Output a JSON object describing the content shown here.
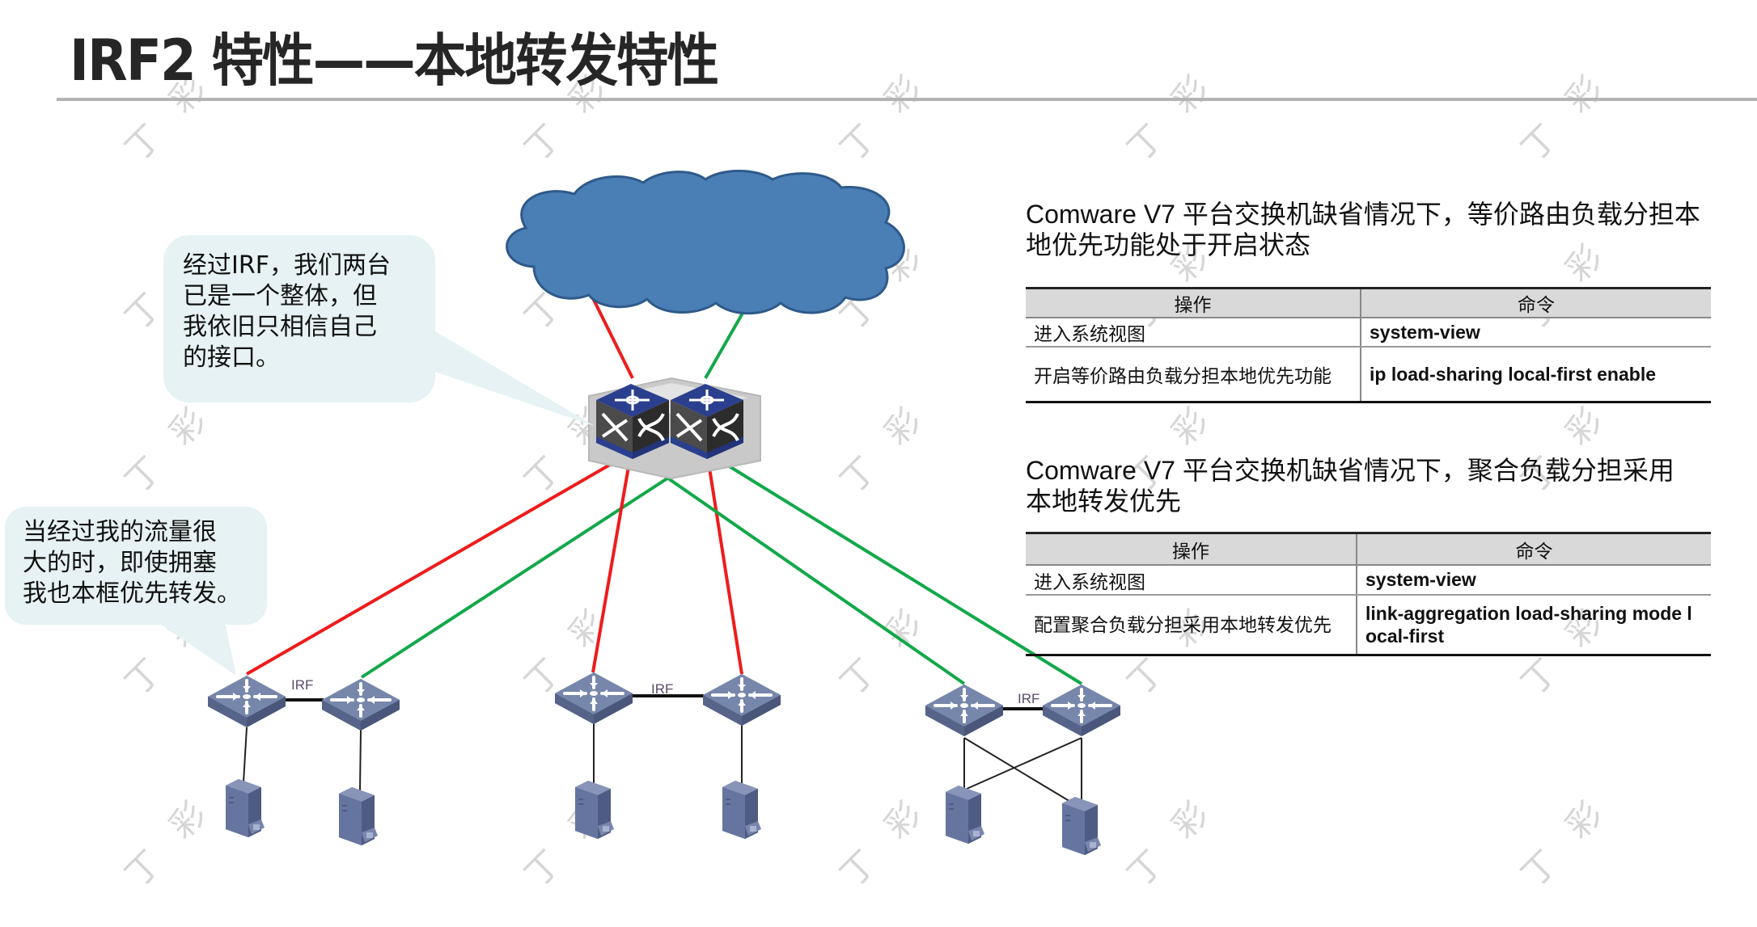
{
  "slide": {
    "title": "IRF2 特性——本地转发特性",
    "watermark": {
      "char_a": "丁",
      "char_b": "彩"
    }
  },
  "bubbles": [
    {
      "id": "upper",
      "lines": [
        "经过IRF，我们两台",
        "已是一个整体，但",
        "我依旧只相信自己",
        "的接口。"
      ],
      "fill": "#e6f2f3"
    },
    {
      "id": "lower",
      "lines": [
        "当经过我的流量很",
        "大的时，即使拥塞",
        "我也本框优先转发。"
      ],
      "fill": "#e6f2f3"
    }
  ],
  "sections": [
    {
      "heading_lines": [
        "Comware V7 平台交换机缺省情况下，等价路由负载分担本",
        "地优先功能处于开启状态"
      ],
      "table": {
        "headers": [
          "操作",
          "命令"
        ],
        "rows": [
          {
            "operation": "进入系统视图",
            "command": "system-view"
          },
          {
            "operation": "开启等价路由负载分担本地优先功能",
            "command": "ip load-sharing local-first enable"
          }
        ]
      }
    },
    {
      "heading_lines": [
        "Comware V7 平台交换机缺省情况下，聚合负载分担采用",
        "本地转发优先"
      ],
      "table": {
        "headers": [
          "操作",
          "命令"
        ],
        "rows": [
          {
            "operation": "进入系统视图",
            "command": "system-view"
          },
          {
            "operation": "配置聚合负载分担采用本地转发优先",
            "command": "link-aggregation load-sharing mode local-first"
          }
        ]
      }
    }
  ],
  "diagram": {
    "colors": {
      "cloud": "#4a7fb5",
      "cloud_stroke": "#2f5a8a",
      "primary_link": "#ee1c1c",
      "secondary_link": "#13a84a",
      "irf_link": "#111111",
      "device": "#6f7fa3"
    },
    "core": {
      "name": "IRF core stack",
      "members": 2
    },
    "access_groups": [
      {
        "label": "IRF",
        "switches": 2,
        "servers": 2,
        "cabling": "straight"
      },
      {
        "label": "IRF",
        "switches": 2,
        "servers": 2,
        "cabling": "straight"
      },
      {
        "label": "IRF",
        "switches": 2,
        "servers": 2,
        "cabling": "cross"
      }
    ],
    "links": [
      {
        "from": "cloud",
        "to": "core-1",
        "color": "primary_link"
      },
      {
        "from": "cloud",
        "to": "core-2",
        "color": "secondary_link"
      },
      {
        "from": "core-1",
        "to": "access-1a",
        "color": "primary_link"
      },
      {
        "from": "core-2",
        "to": "access-1b",
        "color": "secondary_link"
      },
      {
        "from": "core-1",
        "to": "access-2a",
        "color": "primary_link"
      },
      {
        "from": "core-2",
        "to": "access-2b",
        "color": "primary_link"
      },
      {
        "from": "core-1",
        "to": "access-3a",
        "color": "secondary_link"
      },
      {
        "from": "core-2",
        "to": "access-3b",
        "color": "secondary_link"
      }
    ]
  }
}
